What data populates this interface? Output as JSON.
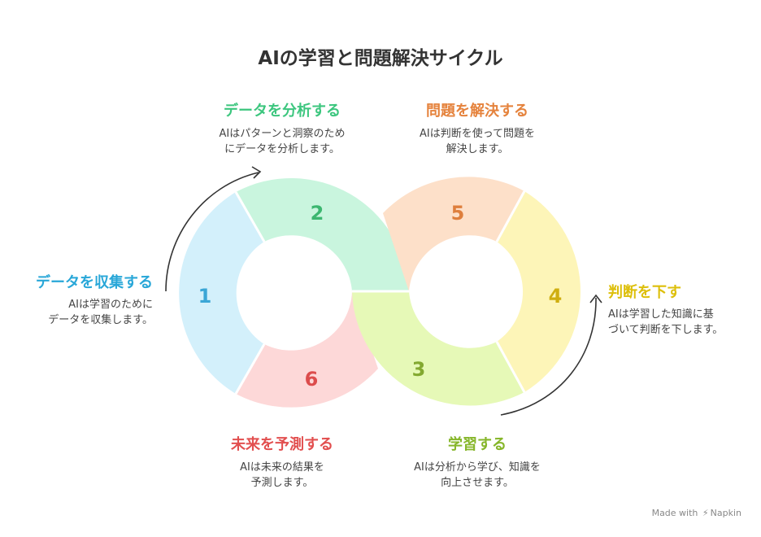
{
  "title": "AIの学習と問題解決サイクル",
  "colors": {
    "step1": "#d3f0fb",
    "step2": "#c9f5de",
    "step3": "#e6f9b7",
    "step4": "#fdf5b8",
    "step5": "#fde0c9",
    "step6": "#fdd8d8",
    "title1": "#29a7d8",
    "title2": "#3cc67e",
    "title3": "#86b62a",
    "title4": "#ddbf0b",
    "title5": "#e5833d",
    "title6": "#e24f4f",
    "num1": "#3aa6d6",
    "num2": "#3cb770",
    "num3": "#83a930",
    "num4": "#cfae10",
    "num5": "#de7f3d",
    "num6": "#dc4c4c",
    "arrow": "#333333"
  },
  "steps": [
    {
      "number": "1",
      "title": "データを収集する",
      "desc": [
        "AIは学習のために",
        "データを収集します。"
      ]
    },
    {
      "number": "2",
      "title": "データを分析する",
      "desc": [
        "AIはパターンと洞察のため",
        "にデータを分析します。"
      ]
    },
    {
      "number": "3",
      "title": "学習する",
      "desc": [
        "AIは分析から学び、知識を",
        "向上させます。"
      ]
    },
    {
      "number": "4",
      "title": "判断を下す",
      "desc": [
        "AIは学習した知識に基",
        "づいて判断を下します。"
      ]
    },
    {
      "number": "5",
      "title": "問題を解決する",
      "desc": [
        "AIは判断を使って問題を",
        "解決します。"
      ]
    },
    {
      "number": "6",
      "title": "未来を予測する",
      "desc": [
        "AIは未来の結果を",
        "予測します。"
      ]
    }
  ],
  "watermark": {
    "prefix": "Made with",
    "logo_icon": "napkin-logo-icon",
    "brand": "Napkin"
  }
}
